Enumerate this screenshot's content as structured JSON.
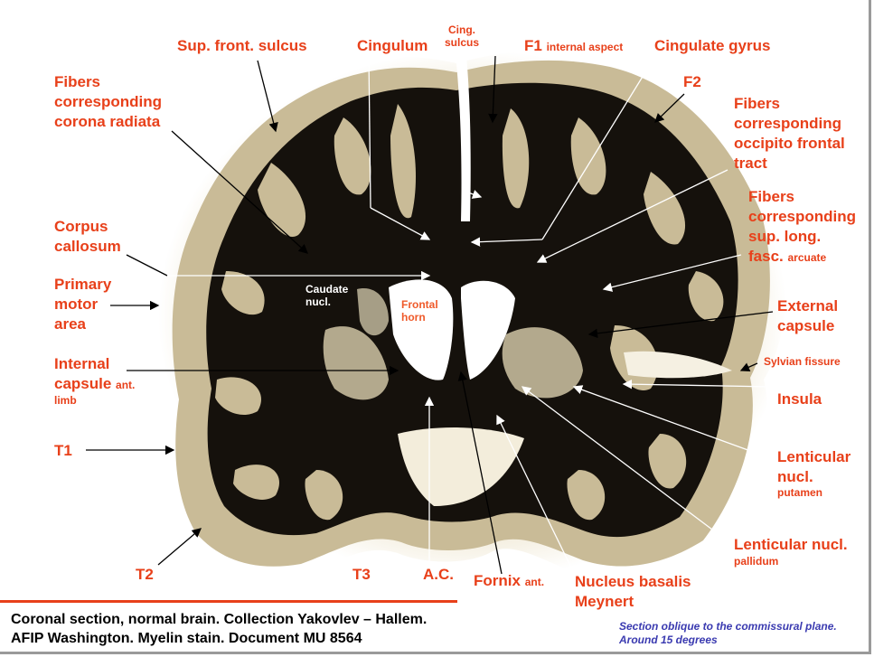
{
  "labels": {
    "sup_front_sulcus": "Sup. front. sulcus",
    "cingulum": "Cingulum",
    "cing_sulcus_1": "Cing.",
    "cing_sulcus_2": "sulcus",
    "f1": "F1",
    "f1_sub": "internal aspect",
    "cingulate_gyrus": "Cingulate gyrus",
    "f2": "F2",
    "fibers_cr_1": "Fibers",
    "fibers_cr_2": "corresponding",
    "fibers_cr_3": "corona radiata",
    "fibers_of_1": "Fibers",
    "fibers_of_2": "corresponding",
    "fibers_of_3": "occipito frontal",
    "fibers_of_4": "tract",
    "fibers_slf_1": "Fibers",
    "fibers_slf_2": "corresponding",
    "fibers_slf_3": "sup. long.",
    "fibers_slf_4": "fasc.",
    "fibers_slf_sub": "arcuate",
    "corpus_1": "Corpus",
    "corpus_2": "callosum",
    "primary_1": "Primary",
    "primary_2": "motor",
    "primary_3": "area",
    "caudate_1": "Caudate",
    "caudate_2": "nucl.",
    "frontal_1": "Frontal",
    "frontal_2": "horn",
    "external_1": "External",
    "external_2": "capsule",
    "sylvian": "Sylvian fissure",
    "internal_1": "Internal",
    "internal_2": "capsule",
    "internal_sub": "ant.",
    "internal_3": "limb",
    "insula": "Insula",
    "t1": "T1",
    "lent_put_1": "Lenticular",
    "lent_put_2": "nucl.",
    "lent_put_3": "putamen",
    "lent_pal_1": "Lenticular nucl.",
    "lent_pal_2": "pallidum",
    "t2": "T2",
    "t3": "T3",
    "ac": "A.C.",
    "fornix": "Fornix",
    "fornix_sub": "ant.",
    "nucleus_1": "Nucleus basalis",
    "nucleus_2": "Meynert"
  },
  "caption": {
    "line1": "Coronal section, normal brain. Collection Yakovlev – Hallem.",
    "line2": "AFIP Washington. Myelin stain. Document MU 8564"
  },
  "note": {
    "line1": "Section oblique to the commissural plane.",
    "line2": "Around 15 degrees"
  },
  "colors": {
    "label": "#e8401a",
    "white_matter": "#15110c",
    "cortex": "#c9bb97",
    "background": "#ffffff",
    "note": "#3a3ab0"
  }
}
